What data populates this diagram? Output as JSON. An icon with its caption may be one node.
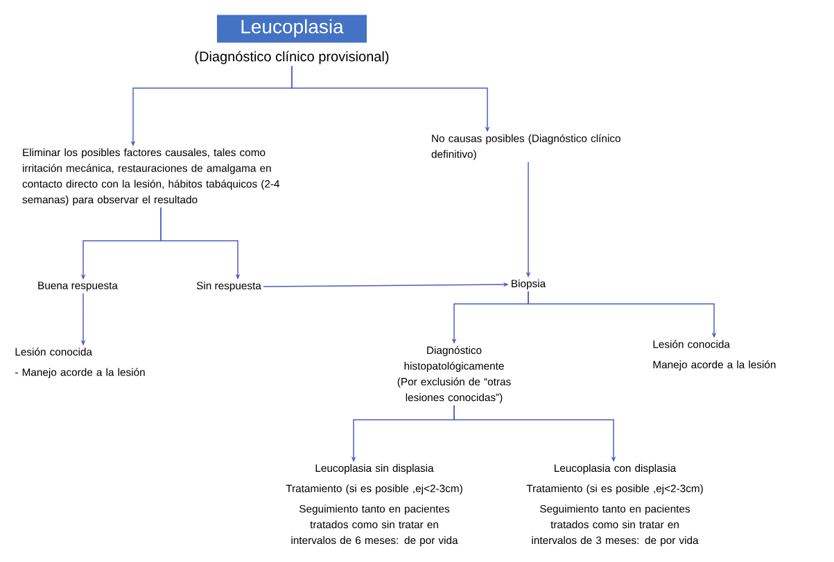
{
  "diagram": {
    "nodes": [
      {
        "text": [
          "Leucoplasia",
          "(Diagnóstico clínico provisional)"
        ]
      },
      {
        "text": [
          "Eliminar los posibles factores causales, tales como irritación mecánica, restauraciones de amalgama en contacto directo con la lesión, hábitos tabáquicos (2-4 semanas) para observar el resultado"
        ]
      },
      {
        "text": [
          "No causas posibles (Diagnóstico clínico definitivo)"
        ]
      },
      {
        "text": [
          "Buena respuesta"
        ]
      },
      {
        "text": [
          "Sin respuesta"
        ]
      },
      {
        "text": [
          "Biopsia"
        ]
      },
      {
        "text": [
          "Lesión conocida",
          "- Manejo acorde a la lesión"
        ]
      },
      {
        "text": [
          "Diagnóstico histopatológicamente (Por exclusión de “otras lesiones conocidas”)"
        ]
      },
      {
        "text": [
          "Lesión conocida",
          "Manejo acorde a la lesión"
        ]
      },
      {
        "text": [
          "Leucoplasia sin displasia",
          "Tratamiento (si es posible ,ej<2-3cm)",
          "Seguimiento tanto en pacientes tratados como sin tratar en intervalos de 6 meses: de por vida"
        ]
      },
      {
        "text": [
          "Leucoplasia con displasia",
          "Tratamiento (si es posible ,ej<2-3cm)",
          "Seguimiento tanto en pacientes tratados como sin tratar en intervalos de 3 meses: de por vida"
        ]
      }
    ],
    "edges": [
      {
        "from": 0,
        "to": 1,
        "arrow": "to"
      },
      {
        "from": 0,
        "to": 2,
        "arrow": "to"
      },
      {
        "from": 1,
        "to": 3,
        "arrow": "to"
      },
      {
        "from": 1,
        "to": 4,
        "arrow": "to"
      },
      {
        "from": 4,
        "to": 5,
        "arrow": "to"
      },
      {
        "from": 2,
        "to": 5,
        "arrow": "to"
      },
      {
        "from": 3,
        "to": 6,
        "arrow": "to"
      },
      {
        "from": 5,
        "to": 7,
        "arrow": "to"
      },
      {
        "from": 5,
        "to": 8,
        "arrow": "to"
      },
      {
        "from": 7,
        "to": 9,
        "arrow": "to"
      },
      {
        "from": 7,
        "to": 10,
        "arrow": "to"
      }
    ]
  }
}
